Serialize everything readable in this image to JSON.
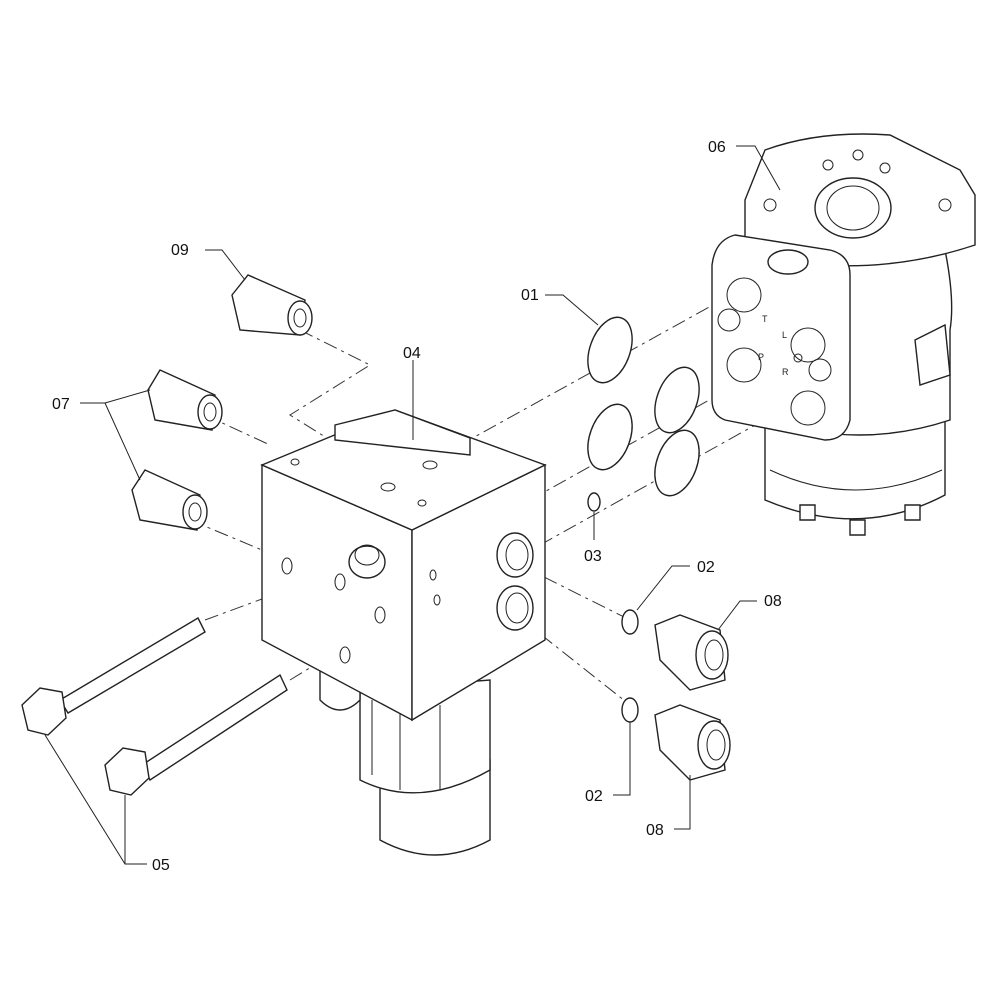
{
  "diagram": {
    "type": "exploded-parts-view",
    "callouts": {
      "p01": "01",
      "p02a": "02",
      "p02b": "02",
      "p03": "03",
      "p04": "04",
      "p05": "05",
      "p06": "06",
      "p07": "07",
      "p08a": "08",
      "p08b": "08",
      "p09": "09"
    },
    "port_markings": {
      "t": "T",
      "l": "L",
      "p": "P",
      "r": "R"
    }
  }
}
